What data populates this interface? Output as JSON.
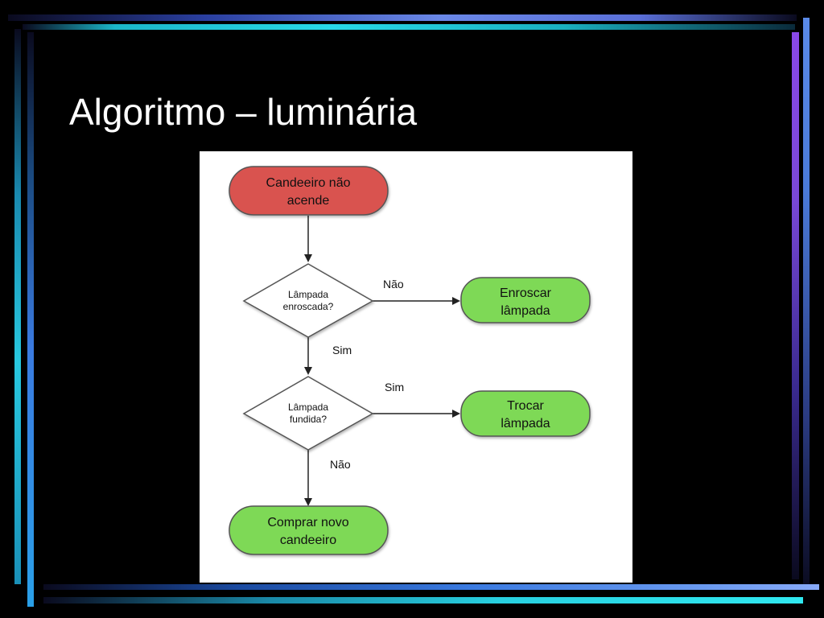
{
  "slide": {
    "title": "Algoritmo – luminária"
  },
  "colors": {
    "start_fill": "#d9534f",
    "action_fill": "#7ed957",
    "decision_fill": "#ffffff",
    "stroke": "#444444"
  },
  "flowchart": {
    "nodes": {
      "start": [
        "Candeeiro não",
        "acende"
      ],
      "decision1": [
        "Lâmpada",
        "enroscada?"
      ],
      "action1": [
        "Enroscar",
        "lâmpada"
      ],
      "decision2": [
        "Lâmpada",
        "fundida?"
      ],
      "action2": [
        "Trocar",
        "lâmpada"
      ],
      "end": [
        "Comprar novo",
        "candeeiro"
      ]
    },
    "edges": {
      "d1_no": "Não",
      "d1_yes": "Sim",
      "d2_yes": "Sim",
      "d2_no": "Não"
    }
  }
}
